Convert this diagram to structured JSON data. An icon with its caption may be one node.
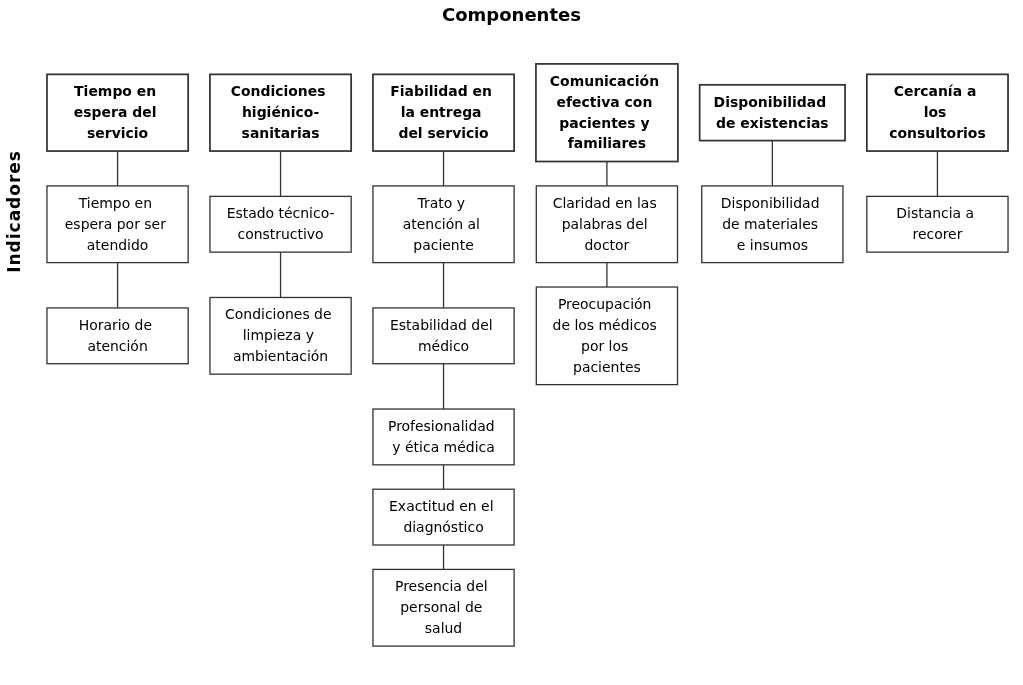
{
  "diagram": {
    "title": "Componentes",
    "nodes": [
      {
        "text": [
          "Tiempo en espera del servicio"
        ]
      },
      {
        "text": [
          "Condiciones higiénico-sanitarias"
        ]
      },
      {
        "text": [
          "Fiabilidad en la entrega del servicio"
        ]
      },
      {
        "text": [
          "Comunicación efectiva con pacientes y familiares"
        ]
      },
      {
        "text": [
          "Disponibilidad de existencias"
        ]
      },
      {
        "text": [
          "Cercanía a los consultorios"
        ]
      },
      {
        "text": [
          "Tiempo en espera por ser atendido"
        ]
      },
      {
        "text": [
          "Horario de atención"
        ]
      },
      {
        "text": [
          "Estado técnico-constructivo"
        ]
      },
      {
        "text": [
          "Condiciones de limpieza y ambientación"
        ]
      },
      {
        "text": [
          "Trato y atención al paciente"
        ]
      },
      {
        "text": [
          "Estabilidad del médico"
        ]
      },
      {
        "text": [
          "Profesionalidad y ética médica"
        ]
      },
      {
        "text": [
          "Exactitud en el diagnóstico"
        ]
      },
      {
        "text": [
          "Presencia del personal de salud"
        ]
      },
      {
        "text": [
          "Claridad en las palabras del doctor"
        ]
      },
      {
        "text": [
          "Preocupación de los médicos por los pacientes"
        ]
      },
      {
        "text": [
          "Disponibilidad de materiales e insumos"
        ]
      },
      {
        "text": [
          "Distancia a recorer"
        ]
      }
    ],
    "edges": [
      {
        "from": 0,
        "to": 6,
        "arrow": "none"
      },
      {
        "from": 6,
        "to": 7,
        "arrow": "none"
      },
      {
        "from": 1,
        "to": 8,
        "arrow": "none"
      },
      {
        "from": 8,
        "to": 9,
        "arrow": "none"
      },
      {
        "from": 2,
        "to": 10,
        "arrow": "none"
      },
      {
        "from": 10,
        "to": 11,
        "arrow": "none"
      },
      {
        "from": 11,
        "to": 12,
        "arrow": "none"
      },
      {
        "from": 12,
        "to": 13,
        "arrow": "none"
      },
      {
        "from": 13,
        "to": 14,
        "arrow": "none"
      },
      {
        "from": 3,
        "to": 15,
        "arrow": "none"
      },
      {
        "from": 15,
        "to": 16,
        "arrow": "none"
      },
      {
        "from": 4,
        "to": 17,
        "arrow": "none"
      },
      {
        "from": 5,
        "to": 18,
        "arrow": "none"
      }
    ],
    "labels": [
      "Indicadores"
    ]
  }
}
